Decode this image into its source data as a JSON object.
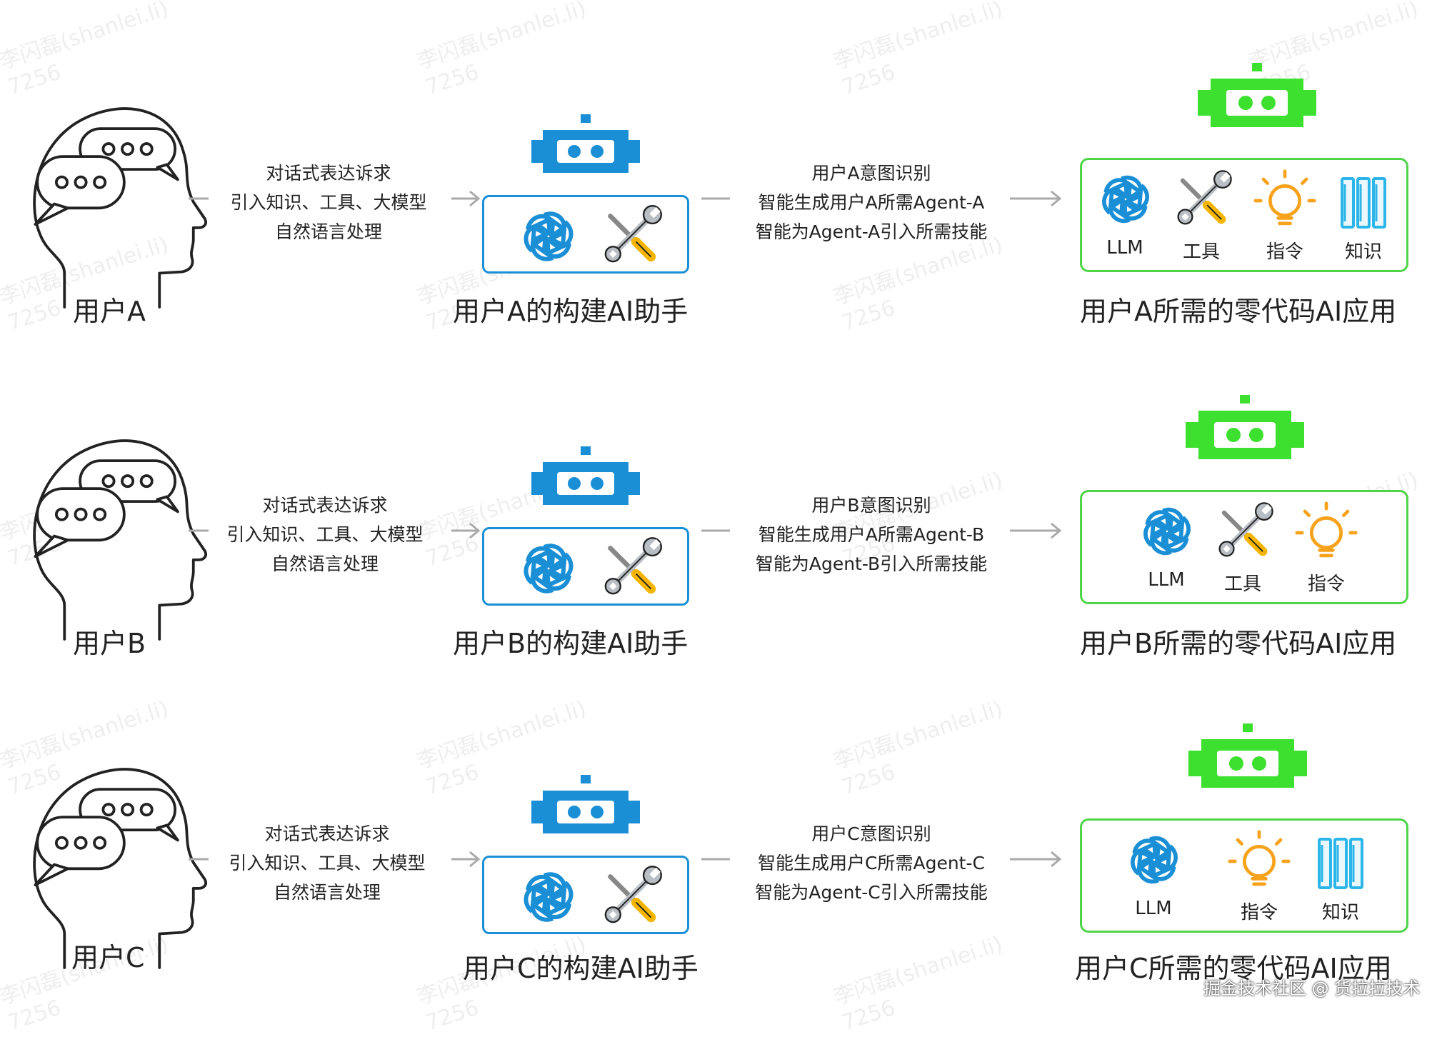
{
  "rows": [
    {
      "user": "用户A",
      "desc": [
        "对话式表达诉求",
        "引入知识、工具、大模型",
        "自然语言处理"
      ],
      "assistant_title": "用户A的构建AI助手",
      "process": [
        "用户A意图识别",
        "智能生成用户A所需Agent-A",
        "智能为Agent-A引入所需技能"
      ],
      "app_title": "用户A所需的零代码AI应用",
      "app_items": [
        "LLM",
        "工具",
        "指令",
        "知识"
      ]
    },
    {
      "user": "用户B",
      "desc": [
        "对话式表达诉求",
        "引入知识、工具、大模型",
        "自然语言处理"
      ],
      "assistant_title": "用户B的构建AI助手",
      "process": [
        "用户B意图识别",
        "智能生成用户A所需Agent-B",
        "智能为Agent-B引入所需技能"
      ],
      "app_title": "用户B所需的零代码AI应用",
      "app_items": [
        "LLM",
        "工具",
        "指令"
      ]
    },
    {
      "user": "用户C",
      "desc": [
        "对话式表达诉求",
        "引入知识、工具、大模型",
        "自然语言处理"
      ],
      "assistant_title": "用户C的构建AI助手",
      "process": [
        "用户C意图识别",
        "智能生成用户C所需Agent-C",
        "智能为Agent-C引入所需技能"
      ],
      "app_title": "用户C所需的零代码AI应用",
      "app_items": [
        "LLM",
        "指令",
        "知识"
      ]
    }
  ],
  "watermark": [
    "李闪磊(shanlei.li)",
    "7256"
  ],
  "footer": "掘金技术社区 @ 货拉拉技术",
  "colors": {
    "assistant_blue": "#1b8fd6",
    "app_green": "#3ee02f",
    "tool_yellow": "#f4b400",
    "instruction_orange": "#f7a21b",
    "knowledge_blue": "#2bb5e8"
  }
}
